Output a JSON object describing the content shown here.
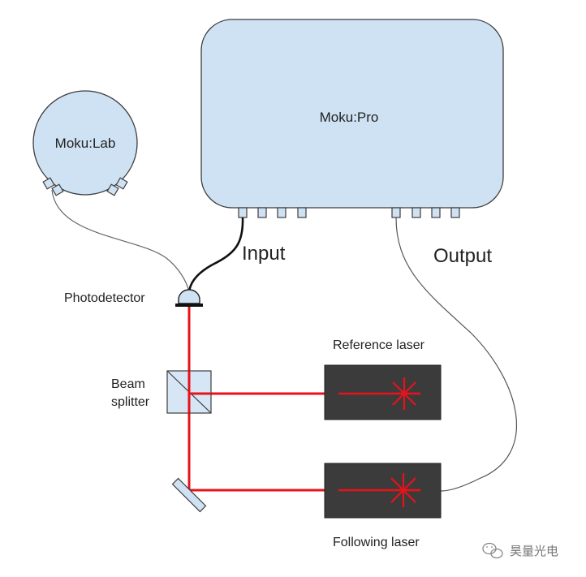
{
  "devices": {
    "moku_pro": "Moku:Pro",
    "moku_lab": "Moku:Lab"
  },
  "ports": {
    "input": "Input",
    "output": "Output"
  },
  "components": {
    "photodetector": "Photodetector",
    "beam_splitter_line1": "Beam",
    "beam_splitter_line2": "splitter",
    "reference_laser": "Reference laser",
    "following_laser": "Following laser"
  },
  "watermark": {
    "text": "昊量光电",
    "icon": "wechat-icon"
  },
  "colors": {
    "device_fill": "#cfe2f3",
    "device_stroke": "#3d3d3d",
    "laser_fill": "#3b3b3b",
    "beam": "#e8121b",
    "cable_input": "#111111",
    "cable_grey": "#666666"
  }
}
